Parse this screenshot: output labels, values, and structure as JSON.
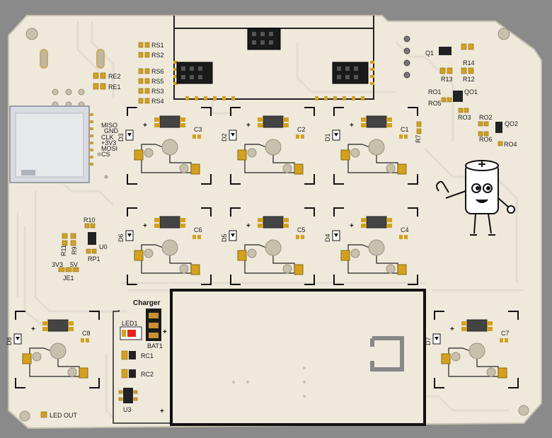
{
  "board": {
    "colors": {
      "background": "#8a8a8a",
      "pcb": "#efe9dc",
      "silkscreen": "#111111",
      "pad": "#d4a020",
      "led": "#e8231c"
    },
    "header_labels": {
      "rs": [
        "RS1",
        "RS2",
        "RS6",
        "RS5",
        "RS3",
        "RS4"
      ],
      "re": [
        "RE2",
        "RE1"
      ]
    },
    "sd_pins": [
      "MISO",
      "GND",
      "CLK",
      "+3V3",
      "MOSI",
      "CS"
    ],
    "right_top": {
      "q1": "Q1",
      "r14": "R14",
      "r13": "R13",
      "r12": "R12",
      "ro1": "RO1",
      "qo1": "QO1",
      "ro5": "RO5",
      "ro3": "RO3",
      "ro2": "RO2",
      "qo2": "QO2",
      "ro6": "RO6",
      "ro4": "RO4"
    },
    "switches": [
      {
        "diode": "D3",
        "cap": "C3"
      },
      {
        "diode": "D2",
        "cap": "C2"
      },
      {
        "diode": "D1",
        "cap": "C1"
      },
      {
        "diode": "D6",
        "cap": "C6"
      },
      {
        "diode": "D5",
        "cap": "C5"
      },
      {
        "diode": "D4",
        "cap": "C4"
      },
      {
        "diode": "D8",
        "cap": "C8"
      },
      {
        "diode": "D7",
        "cap": "C7"
      }
    ],
    "r7": "R7",
    "left_mid": {
      "r10": "R10",
      "r11": "R11",
      "r9": "R9",
      "u0": "U0",
      "rp1": "RP1",
      "v3": "3V3",
      "v5": "5V",
      "je1": "JE1"
    },
    "charger": {
      "title": "Charger",
      "led": "LED1",
      "bat": "BAT1",
      "rc1": "RC1",
      "rc2": "RC2",
      "u3": "U3",
      "plus": "+"
    },
    "led_out": "LED OUT"
  }
}
